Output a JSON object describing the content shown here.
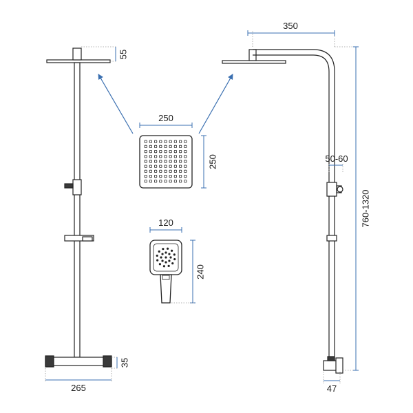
{
  "dimensions": {
    "headshower_height": "55",
    "headshower_width": "250",
    "headshower_depth": "250",
    "arm_reach": "350",
    "bar_spacing": "50-60",
    "total_height": "760-1320",
    "handshower_width": "120",
    "handshower_height": "240",
    "thermostat_height": "35",
    "thermostat_width": "265",
    "wall_distance": "47"
  },
  "colors": {
    "dimension_line": "#3a6fb0",
    "outline": "#222222"
  }
}
